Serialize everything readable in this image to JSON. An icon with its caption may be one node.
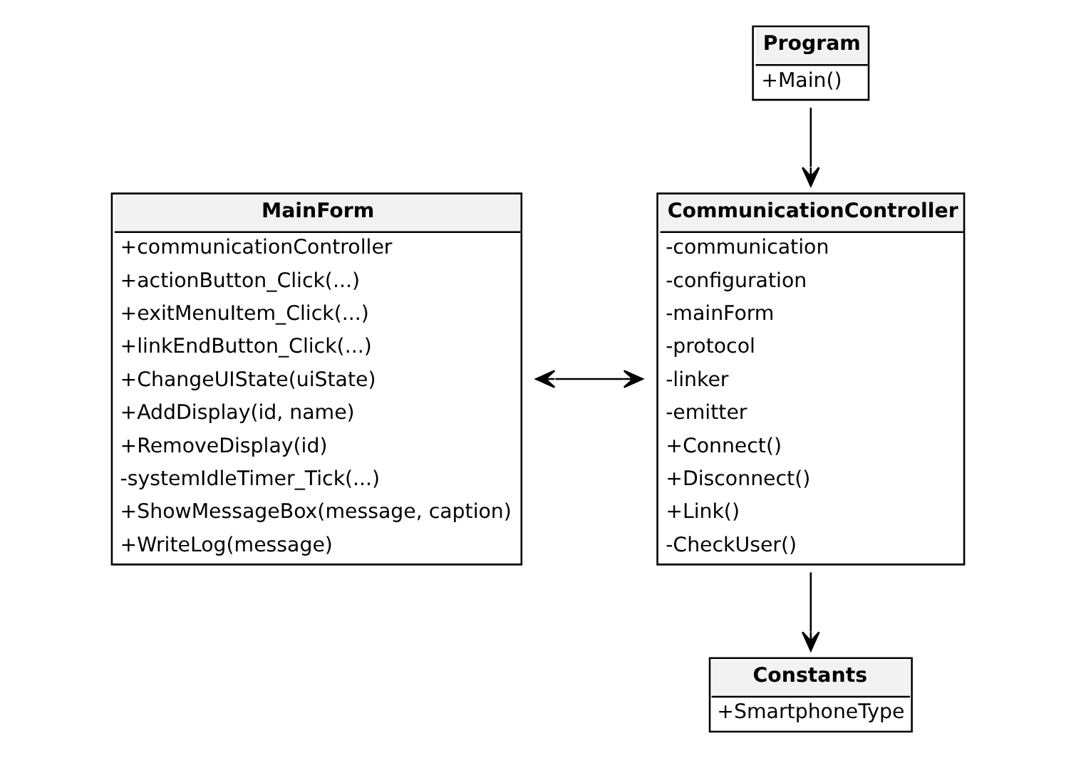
{
  "diagram": {
    "nodes": [
      {
        "text": [
          "MainForm",
          "+communicationController",
          "+actionButton_Click(...)",
          "+exitMenuItem_Click(...)",
          "+linkEndButton_Click(...)",
          "+ChangeUIState(uiState)",
          "+AddDisplay(id, name)",
          "+RemoveDisplay(id)",
          "-systemIdleTimer_Tick(...)",
          "+ShowMessageBox(message, caption)",
          "+WriteLog(message)"
        ]
      },
      {
        "text": [
          "CommunicationController",
          "-communication",
          "-configuration",
          "-mainForm",
          "-protocol",
          "-linker",
          "-emitter",
          "+Connect()",
          "+Disconnect()",
          "+Link()",
          "-CheckUser()"
        ]
      },
      {
        "text": [
          "Constants",
          "+SmartphoneType"
        ]
      },
      {
        "text": [
          "Program",
          "+Main()"
        ]
      }
    ],
    "edges": [
      {
        "from": 0,
        "to": 1,
        "arrow": "both"
      },
      {
        "from": 1,
        "to": 2,
        "arrow": "to"
      },
      {
        "from": 3,
        "to": 1,
        "arrow": "to"
      }
    ]
  }
}
